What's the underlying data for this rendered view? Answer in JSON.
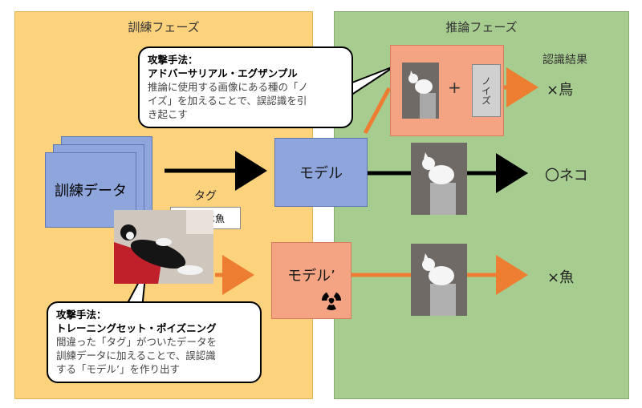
{
  "phases": {
    "training_title": "訓練フェーズ",
    "inference_title": "推論フェーズ"
  },
  "recognition_result_label": "認識結果",
  "training_data_label": "訓練データ",
  "tag_label": "タグ",
  "tag_value": "これは魚",
  "model_label": "モデル",
  "poisoned_model_label": "モデル’",
  "noise_label": "ノイズ",
  "plus_sign": "+",
  "results": {
    "adversarial": "×鳥",
    "correct": "〇ネコ",
    "poisoned": "×魚"
  },
  "callout_adversarial": {
    "heading": "攻撃手法：",
    "name": "アドバーサリアル・エグザンプル",
    "line1": "推論に使用する画像にある種の「ノ",
    "line2": "イズ」を加えることで、誤認識を引",
    "line3": "き起こす"
  },
  "callout_poisoning": {
    "heading": "攻撃手法：",
    "name": "トレーニングセット・ポイズニング",
    "line1": "間違った「タグ」がついたデータを",
    "line2": "訓練データに加えることで、誤認識",
    "line3": "する「モデル’」を作り出す"
  },
  "colors": {
    "training_bg": "#fcd27d",
    "inference_bg": "#a7cc8f",
    "model_blue": "#8ea6dc",
    "model_salmon": "#f4a483",
    "orange_arrow": "#ed7d31"
  }
}
